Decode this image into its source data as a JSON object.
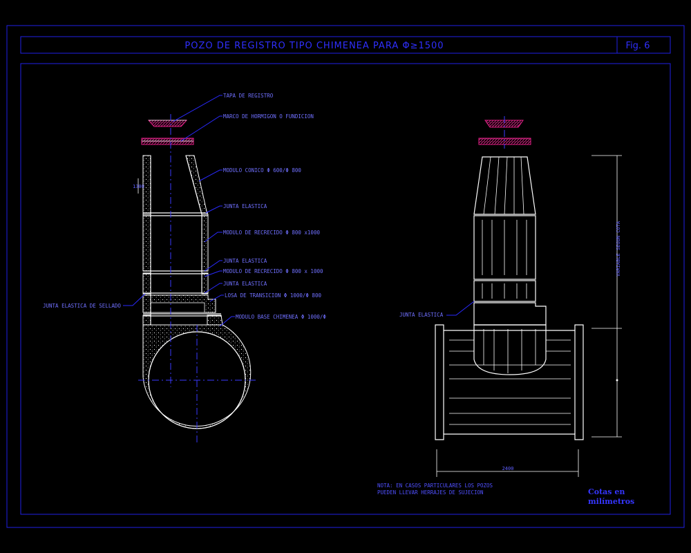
{
  "title": "POZO DE REGISTRO TIPO CHIMENEA PARA Φ≥1500",
  "figure_label": "Fig. 6",
  "colors": {
    "frame": "#2020e6",
    "text": "#7070ff",
    "hatch": "#e8208a",
    "lines": "#ffffff"
  },
  "section_labels": {
    "tapa": "TAPA DE REGISTRO",
    "marco": "MARCO DE HORMIGON O FUNDICION",
    "conico": "MODULO CONICO Φ 600/Φ 800",
    "junta1": "JUNTA ELASTICA",
    "recrecido1": "MODULO DE RECRECIDO Φ 800 x1000",
    "junta2": "JUNTA ELASTICA",
    "recrecido2": "MODULO DE RECRECIDO Φ 800 x 1000",
    "junta3": "JUNTA ELASTICA",
    "losa": "LOSA DE TRANSICION Φ 1000/Φ 800",
    "base": "MODULO BASE CHIMENEA Φ 1000/Φ",
    "sellado": "JUNTA ELASTICA DE SELLADO"
  },
  "section_dims": {
    "top_dim": "1300"
  },
  "elevation_labels": {
    "junta": "JUNTA ELASTICA"
  },
  "elevation_dims": {
    "vertical": "VARIABLE SEGUN COTA",
    "horizontal": "2400"
  },
  "note": {
    "line1": "NOTA: EN CASOS PARTICULARES LOS POZOS",
    "line2": "PUEDEN LLEVAR HERRAJES DE SUJECION"
  },
  "units": {
    "line1": "Cotas en",
    "line2": "milímetros"
  }
}
